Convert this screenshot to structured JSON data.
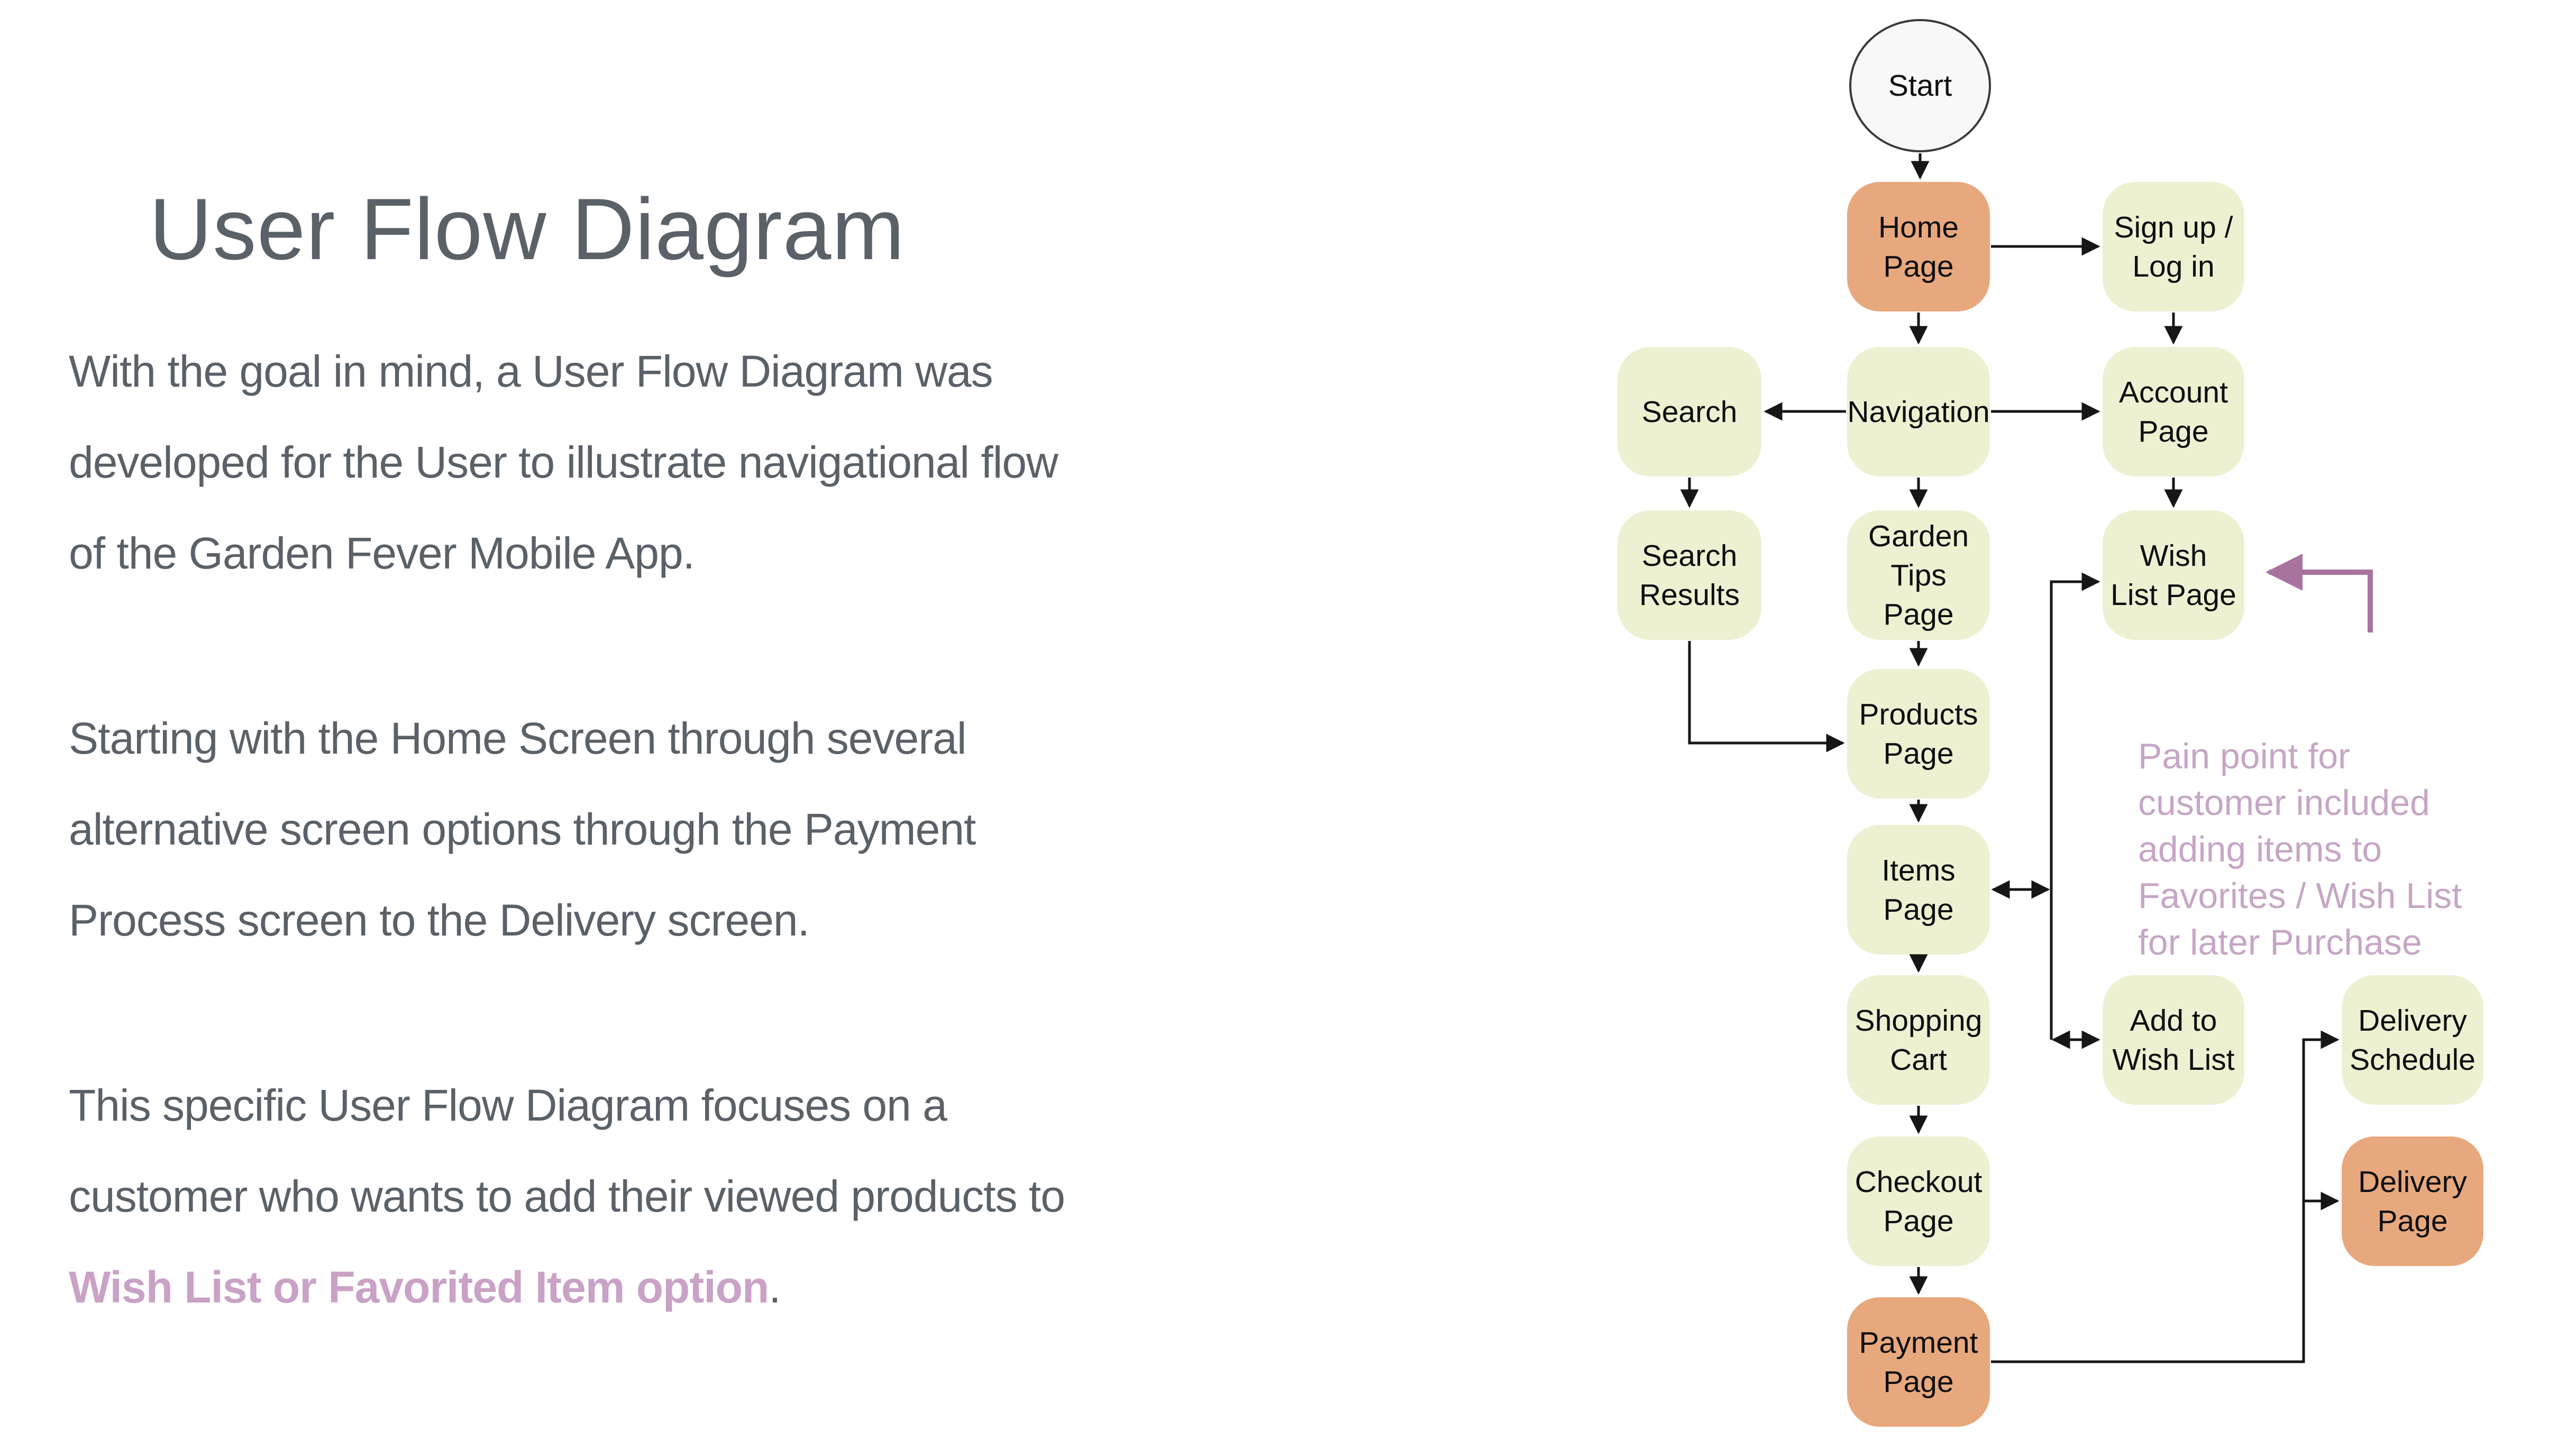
{
  "header": {
    "title": "User Flow Diagram"
  },
  "intro": {
    "p1": "With the goal in mind, a User Flow Diagram was\ndeveloped for the User to illustrate navigational flow\nof the Garden Fever Mobile App.",
    "p2": "Starting with the Home Screen through several\nalternative screen options through the Payment\nProcess screen to the Delivery screen.",
    "p3_text": "This specific User Flow Diagram focuses on a\ncustomer who wants to add their viewed products to\n",
    "p3_highlight": "Wish List or Favorited Item option",
    "p3_suffix": "."
  },
  "diagram": {
    "annotation": "Pain point for\ncustomer included\nadding items to\nFavorites / Wish List\nfor later Purchase",
    "nodes": {
      "start": "Start",
      "home": "Home\nPage",
      "signup": "Sign up /\nLog in",
      "search": "Search",
      "navigation": "Navigation",
      "account": "Account\nPage",
      "search_results": "Search\nResults",
      "garden_tips": "Garden\nTips\nPage",
      "wishlist": "Wish\nList Page",
      "products": "Products\nPage",
      "items": "Items\nPage",
      "shopping_cart": "Shopping\nCart",
      "add_wishlist": "Add to\nWish List",
      "delivery_schedule": "Delivery\nSchedule",
      "checkout": "Checkout\nPage",
      "delivery_page": "Delivery\nPage",
      "payment": "Payment\nPage"
    },
    "edges": [
      "Start -> Home Page",
      "Home Page -> Sign up / Log in",
      "Home Page -> Navigation",
      "Sign up / Log in -> Account Page",
      "Navigation -> Search",
      "Navigation -> Account Page",
      "Navigation -> Garden Tips Page",
      "Search -> Search Results",
      "Account Page -> Wish List Page",
      "Search Results -> Products Page",
      "Garden Tips Page -> Products Page",
      "Products Page -> Items Page",
      "Items Page <-> Wish List Page",
      "Items Page -> Shopping Cart",
      "Add to Wish List <-> Wish List Page",
      "Shopping Cart -> Checkout Page",
      "Checkout Page -> Payment Page",
      "Payment Page -> Delivery Schedule",
      "Payment Page -> Delivery Page",
      "Pain point arrow -> Wish List Page"
    ]
  },
  "colors": {
    "text_gray": "#5a6168",
    "highlight_pink": "#c9a2c6",
    "annotation_pink": "#c6a6c5",
    "purple_arrow": "#a8739f",
    "node_yellow": "#eef0d2",
    "node_orange": "#e8a87e",
    "start_fill": "#f8f8f8",
    "connector_black": "#161616",
    "background": "#ffffff"
  }
}
